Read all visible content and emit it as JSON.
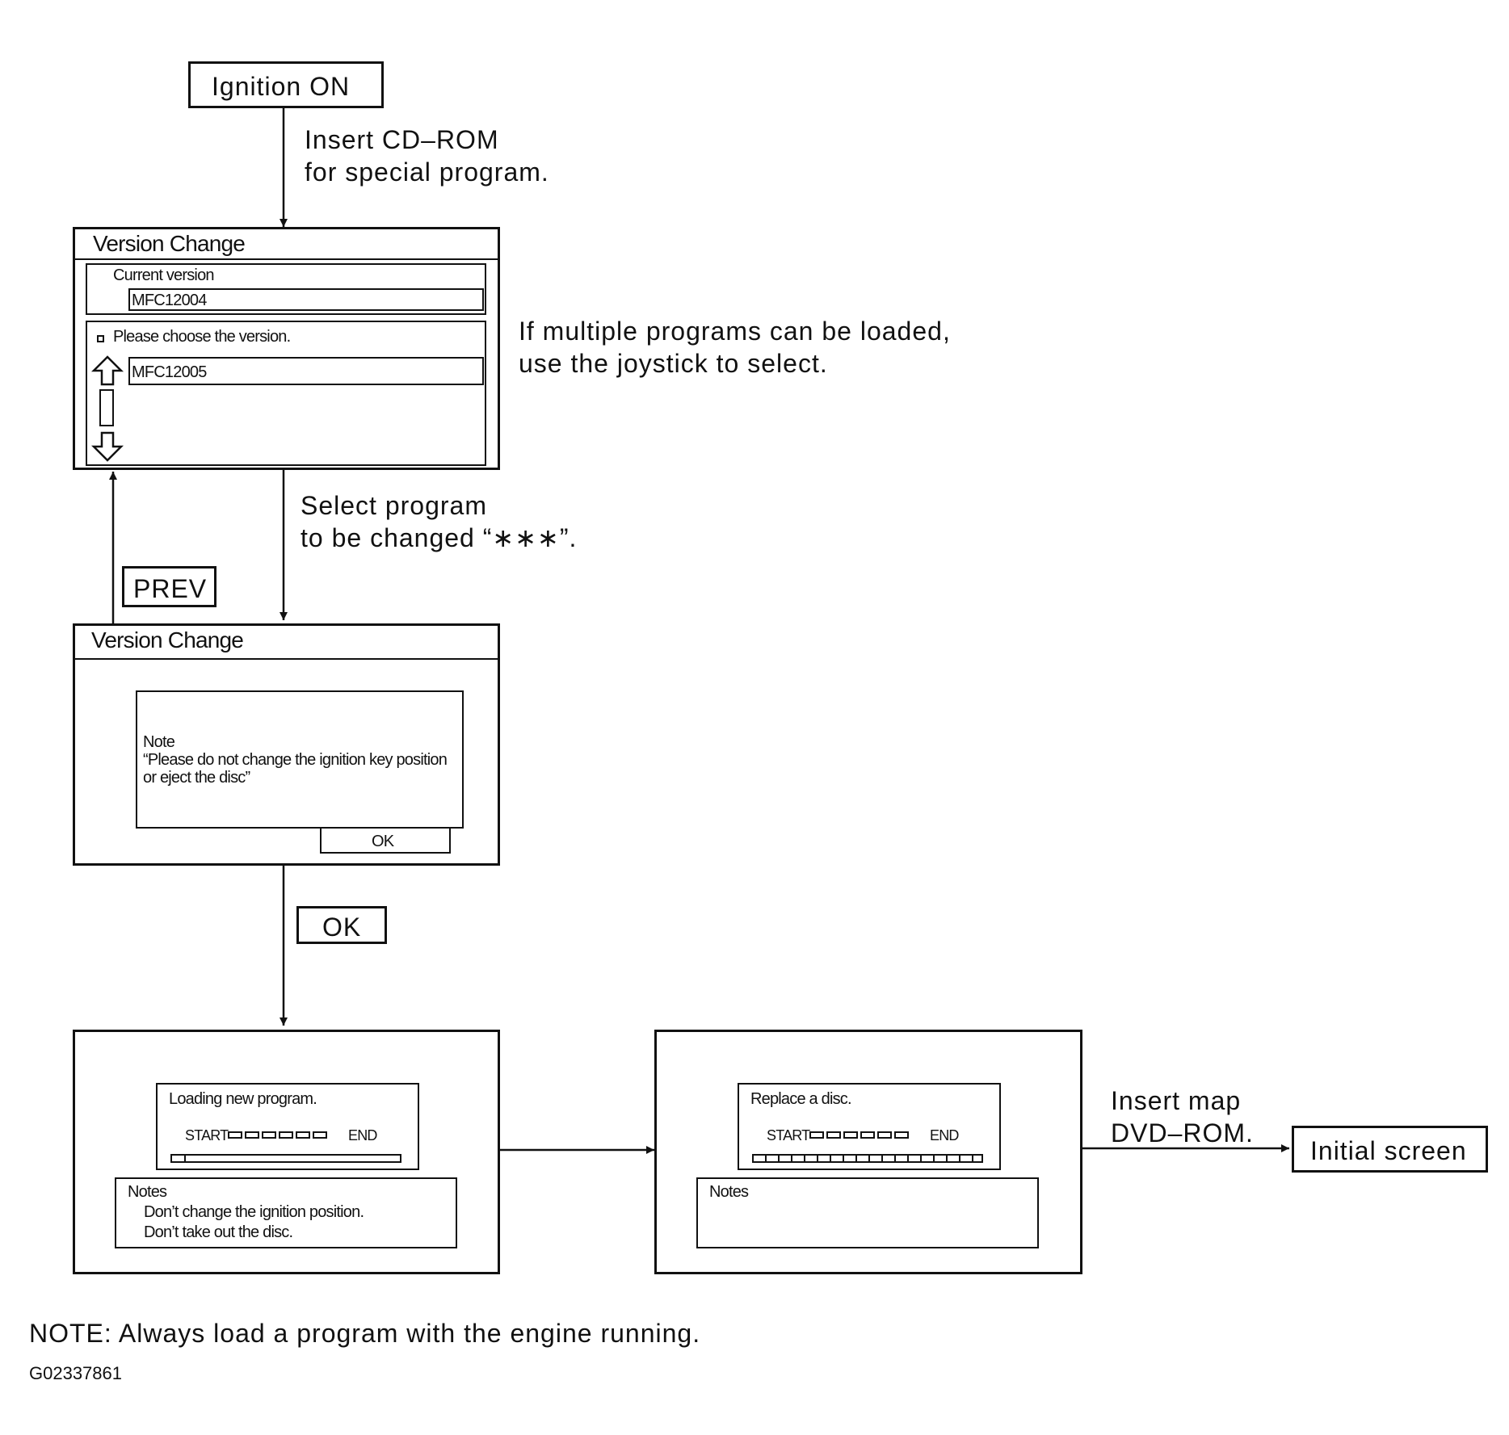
{
  "start": {
    "label": "Ignition ON"
  },
  "step1": {
    "line1": "Insert CD–ROM",
    "line2": "for special program."
  },
  "screen1": {
    "title": "Version Change",
    "current_label": "Current version",
    "current_value": "MFC12004",
    "prompt": "Please choose the version.",
    "option_value": "MFC12005"
  },
  "note_multi": {
    "line1": "If multiple programs can be loaded,",
    "line2": "use the joystick to select."
  },
  "step2": {
    "line1": "Select program",
    "line2": "to be changed “∗∗∗”."
  },
  "prev": {
    "label": "PREV"
  },
  "screen2": {
    "title": "Version Change",
    "note_title": "Note",
    "note_line1": "“Please do not change the ignition key position",
    "note_line2": "or eject the disc”",
    "ok_label": "OK"
  },
  "ok_step": {
    "label": "OK"
  },
  "screen3": {
    "status": "Loading new program.",
    "start_label": "START",
    "end_label": "END",
    "notes_title": "Notes",
    "notes_line1": "Don’t change the ignition position.",
    "notes_line2": "Don’t take out the disc.",
    "progress_fraction": 0.06
  },
  "screen4": {
    "status": "Replace a disc.",
    "start_label": "START",
    "end_label": "END",
    "notes_title": "Notes",
    "progress_fraction": 1.0
  },
  "step3": {
    "line1": "Insert map",
    "line2": "DVD–ROM."
  },
  "end": {
    "label": "Initial screen"
  },
  "footer": {
    "note": "NOTE: Always load a program with the engine running.",
    "code": "G02337861"
  }
}
